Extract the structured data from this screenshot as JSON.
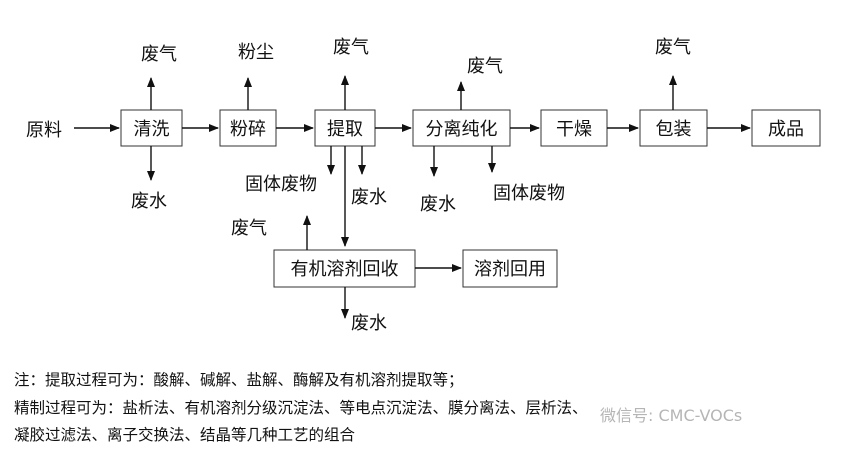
{
  "diagram": {
    "start": "原料",
    "steps": [
      "清洗",
      "粉碎",
      "提取",
      "分离纯化",
      "干燥",
      "包装",
      "成品"
    ],
    "recovery": {
      "unit": "有机溶剂回收",
      "reuse": "溶剂回用"
    },
    "emissions": {
      "waste_gas": "废气",
      "dust": "粉尘",
      "waste_water": "废水",
      "solid_waste": "固体废物"
    }
  },
  "notes": {
    "line1": "注：提取过程可为：酸解、碱解、盐解、酶解及有机溶剂提取等；",
    "line2": "精制过程可为：盐析法、有机溶剂分级沉淀法、等电点沉淀法、膜分离法、层析法、",
    "line3": "凝胶过滤法、离子交换法、结晶等几种工艺的组合"
  },
  "watermark": "微信号: CMC-VOCs"
}
